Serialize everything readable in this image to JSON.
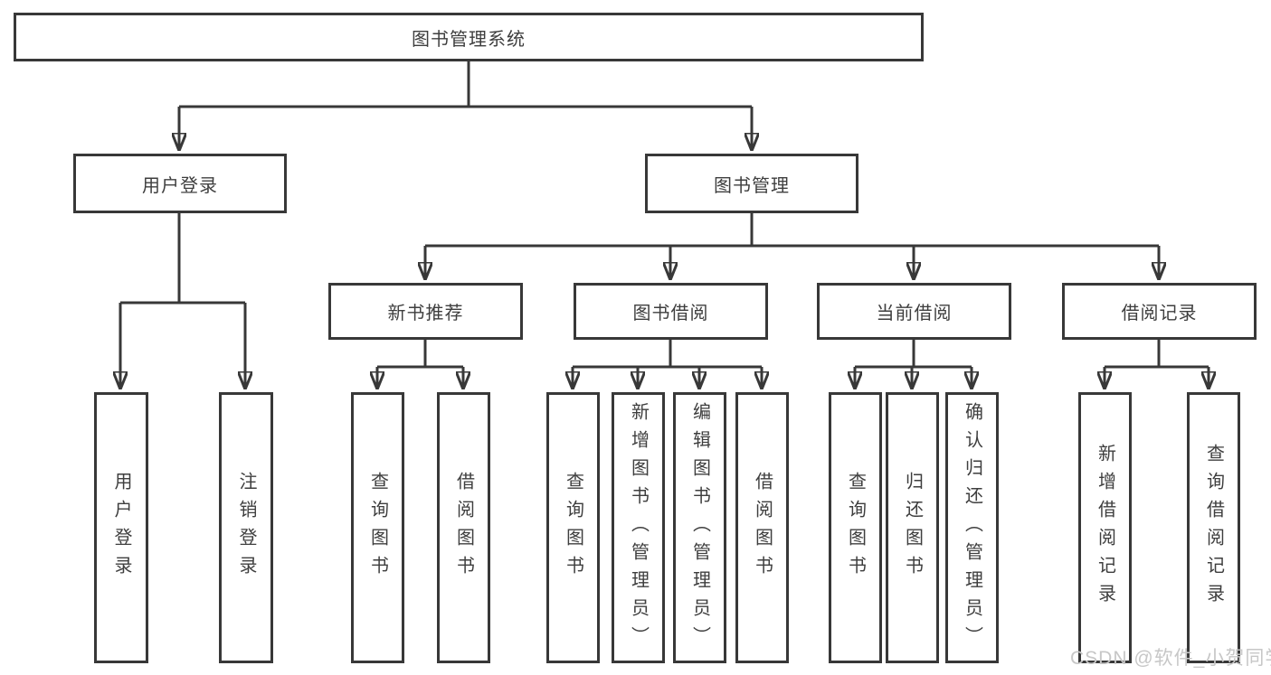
{
  "diagram": {
    "root": {
      "label": "图书管理系统"
    },
    "level2": [
      {
        "label": "用户登录"
      },
      {
        "label": "图书管理"
      }
    ],
    "level3": [
      {
        "label": "新书推荐",
        "parent": "图书管理"
      },
      {
        "label": "图书借阅",
        "parent": "图书管理"
      },
      {
        "label": "当前借阅",
        "parent": "图书管理"
      },
      {
        "label": "借阅记录",
        "parent": "图书管理"
      }
    ],
    "leaves": [
      {
        "label": "用户登录",
        "parent": "用户登录"
      },
      {
        "label": "注销登录",
        "parent": "用户登录"
      },
      {
        "label": "查询图书",
        "parent": "新书推荐"
      },
      {
        "label": "借阅图书",
        "parent": "新书推荐"
      },
      {
        "label": "查询图书",
        "parent": "图书借阅"
      },
      {
        "label": "新增图书（管理员）",
        "parent": "图书借阅"
      },
      {
        "label": "编辑图书（管理员）",
        "parent": "图书借阅"
      },
      {
        "label": "借阅图书",
        "parent": "图书借阅"
      },
      {
        "label": "查询图书",
        "parent": "当前借阅"
      },
      {
        "label": "归还图书",
        "parent": "当前借阅"
      },
      {
        "label": "确认归还（管理员）",
        "parent": "当前借阅"
      },
      {
        "label": "新增借阅记录",
        "parent": "借阅记录"
      },
      {
        "label": "查询借阅记录",
        "parent": "借阅记录"
      }
    ]
  },
  "watermark": {
    "text": "CSDN @软件_小贺同学"
  },
  "colors": {
    "line": "#383838",
    "text": "#3e3e3e",
    "background": "#ffffff",
    "watermark": "#c7c7c7"
  }
}
